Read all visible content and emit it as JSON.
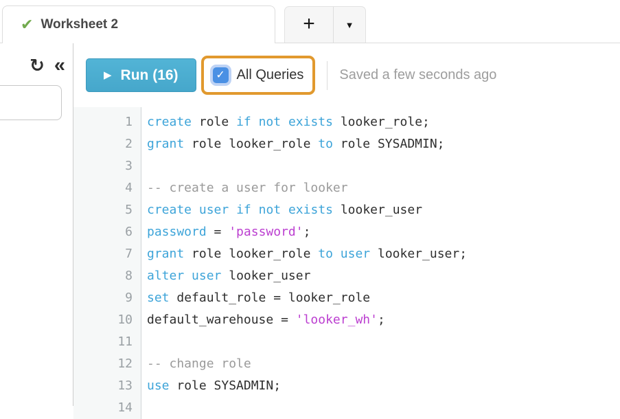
{
  "tabs": {
    "active_label": "Worksheet 2"
  },
  "icons": {
    "tab_status": "✔",
    "new_tab": "+",
    "tab_dropdown": "▼",
    "refresh": "↻",
    "collapse": "«",
    "run_play": "▶",
    "checkbox_check": "✓"
  },
  "toolbar": {
    "run_label": "Run (16)",
    "all_queries_label": "All Queries",
    "all_queries_checked": true,
    "saved_status": "Saved a few seconds ago"
  },
  "colors": {
    "check_green": "#72aa4e",
    "accent_run_blue": "#52b4d6",
    "highlight_orange": "#e1992e",
    "checkbox_blue": "#4a90e4",
    "saved_gray": "#9d9d9d",
    "keyword_blue": "#3da4d9",
    "string_magenta": "#bb3ed0",
    "comment_gray": "#9a9a9a",
    "code_text": "#2e2e2e"
  },
  "editor": {
    "lines": [
      {
        "n": "1",
        "tokens": [
          [
            "create",
            "keyword"
          ],
          [
            " role ",
            "plain"
          ],
          [
            "if",
            "keyword"
          ],
          [
            " ",
            "plain"
          ],
          [
            "not",
            "keyword"
          ],
          [
            " ",
            "plain"
          ],
          [
            "exists",
            "keyword"
          ],
          [
            " looker_role;",
            "plain"
          ]
        ]
      },
      {
        "n": "2",
        "tokens": [
          [
            "grant",
            "keyword"
          ],
          [
            " role looker_role ",
            "plain"
          ],
          [
            "to",
            "keyword"
          ],
          [
            " role SYSADMIN;",
            "plain"
          ]
        ]
      },
      {
        "n": "3",
        "tokens": []
      },
      {
        "n": "4",
        "tokens": [
          [
            "-- create a user for looker",
            "comment"
          ]
        ]
      },
      {
        "n": "5",
        "tokens": [
          [
            "create",
            "keyword"
          ],
          [
            " ",
            "plain"
          ],
          [
            "user",
            "keyword"
          ],
          [
            " ",
            "plain"
          ],
          [
            "if",
            "keyword"
          ],
          [
            " ",
            "plain"
          ],
          [
            "not",
            "keyword"
          ],
          [
            " ",
            "plain"
          ],
          [
            "exists",
            "keyword"
          ],
          [
            " looker_user",
            "plain"
          ]
        ]
      },
      {
        "n": "6",
        "tokens": [
          [
            "password",
            "keyword"
          ],
          [
            " = ",
            "plain"
          ],
          [
            "'password'",
            "string"
          ],
          [
            ";",
            "plain"
          ]
        ]
      },
      {
        "n": "7",
        "tokens": [
          [
            "grant",
            "keyword"
          ],
          [
            " role looker_role ",
            "plain"
          ],
          [
            "to",
            "keyword"
          ],
          [
            " ",
            "plain"
          ],
          [
            "user",
            "keyword"
          ],
          [
            " looker_user;",
            "plain"
          ]
        ]
      },
      {
        "n": "8",
        "tokens": [
          [
            "alter",
            "keyword"
          ],
          [
            " ",
            "plain"
          ],
          [
            "user",
            "keyword"
          ],
          [
            " looker_user",
            "plain"
          ]
        ]
      },
      {
        "n": "9",
        "tokens": [
          [
            "set",
            "keyword"
          ],
          [
            " default_role = looker_role",
            "plain"
          ]
        ]
      },
      {
        "n": "10",
        "tokens": [
          [
            "default_warehouse = ",
            "plain"
          ],
          [
            "'looker_wh'",
            "string"
          ],
          [
            ";",
            "plain"
          ]
        ]
      },
      {
        "n": "11",
        "tokens": []
      },
      {
        "n": "12",
        "tokens": [
          [
            "-- change role",
            "comment"
          ]
        ]
      },
      {
        "n": "13",
        "tokens": [
          [
            "use",
            "keyword"
          ],
          [
            " role SYSADMIN;",
            "plain"
          ]
        ]
      },
      {
        "n": "14",
        "tokens": []
      }
    ]
  }
}
